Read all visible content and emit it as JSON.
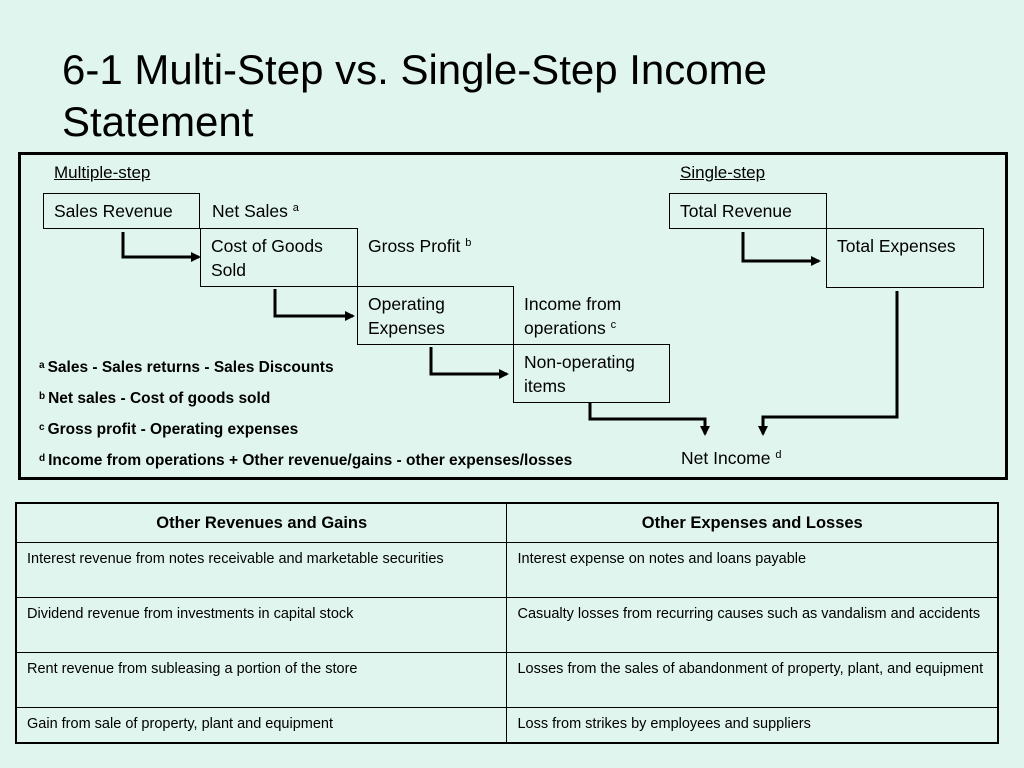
{
  "title": "6-1 Multi-Step vs. Single-Step Income Statement",
  "diagram": {
    "multiple_step_label": "Multiple-step",
    "single_step_label": "Single-step",
    "boxes": {
      "sales_revenue": "Sales Revenue",
      "net_sales": "Net Sales",
      "net_sales_sup": "a",
      "cost_of_goods_sold": "Cost of Goods Sold",
      "gross_profit": "Gross Profit",
      "gross_profit_sup": "b",
      "operating_expenses": "Operating Expenses",
      "income_from_operations": "Income from operations",
      "income_from_operations_sup": "c",
      "non_operating_items": "Non-operating items",
      "total_revenue": "Total Revenue",
      "total_expenses": "Total Expenses",
      "net_income": "Net Income",
      "net_income_sup": "d"
    },
    "notes": [
      {
        "sup": "a",
        "text": "Sales - Sales returns - Sales Discounts"
      },
      {
        "sup": "b",
        "text": "Net sales - Cost of goods sold"
      },
      {
        "sup": "c",
        "text": "Gross profit - Operating expenses"
      },
      {
        "sup": "d",
        "text": "Income from operations + Other revenue/gains - other expenses/losses"
      }
    ]
  },
  "table": {
    "headers": [
      "Other Revenues and Gains",
      "Other Expenses and Losses"
    ],
    "rows": [
      [
        "Interest revenue from notes receivable and marketable securities",
        "Interest expense on notes and loans payable"
      ],
      [
        "Dividend revenue from investments in capital stock",
        "Casualty losses from recurring causes such as vandalism and accidents"
      ],
      [
        "Rent revenue from subleasing a portion of the store",
        "Losses from the sales of abandonment of property, plant, and equipment"
      ],
      [
        "Gain from sale of property, plant and equipment",
        "Loss from strikes by employees and suppliers"
      ]
    ]
  }
}
